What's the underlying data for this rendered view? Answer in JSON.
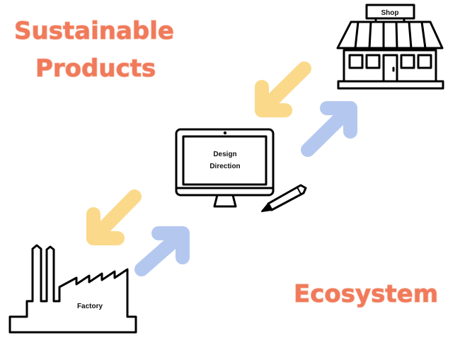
{
  "titles": {
    "top_line1": "Sustainable",
    "top_line2": "Products",
    "bottom": "Ecosystem"
  },
  "nodes": {
    "shop": "Shop",
    "monitor_line1": "Design",
    "monitor_line2": "Direction",
    "factory": "Factory"
  },
  "icons": {
    "shop": "shop-icon",
    "monitor": "monitor-icon",
    "pencil": "pencil-icon",
    "factory": "factory-icon"
  },
  "colors": {
    "title": "#f07a5a",
    "arrow_forward": "#b4c8ef",
    "arrow_back": "#fbd98a"
  }
}
